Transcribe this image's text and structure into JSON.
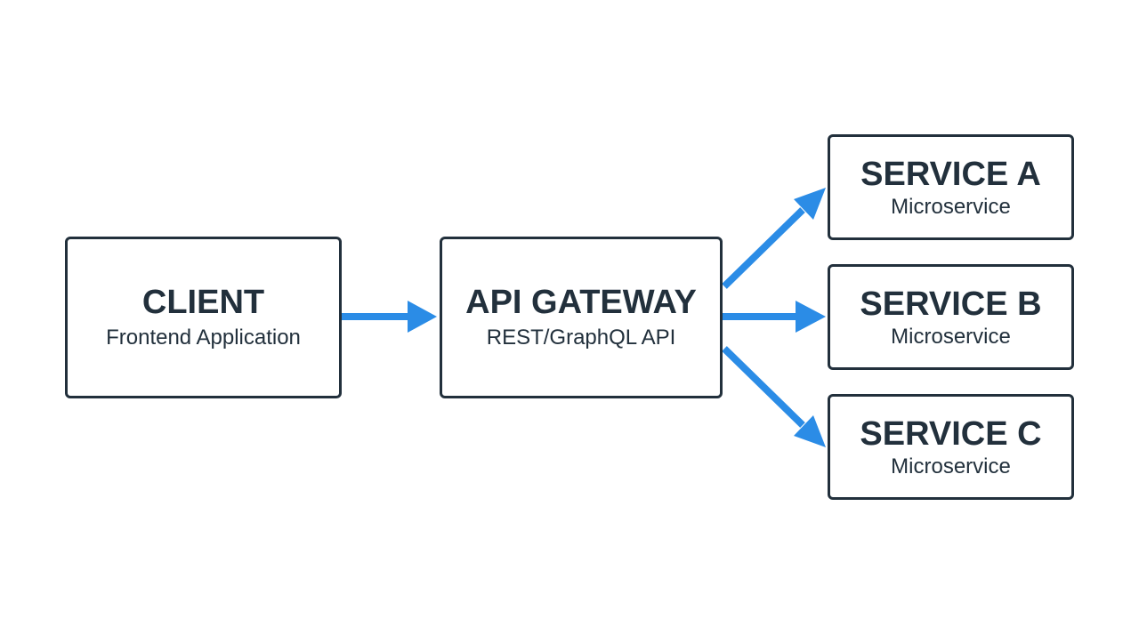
{
  "colors": {
    "arrow": "#2b8ce6",
    "border": "#22303c",
    "text": "#22303c",
    "background": "#ffffff"
  },
  "nodes": {
    "client": {
      "title": "CLIENT",
      "subtitle": "Frontend Application"
    },
    "gateway": {
      "title": "API GATEWAY",
      "subtitle": "REST/GraphQL API"
    },
    "service_a": {
      "title": "SERVICE A",
      "subtitle": "Microservice"
    },
    "service_b": {
      "title": "SERVICE B",
      "subtitle": "Microservice"
    },
    "service_c": {
      "title": "SERVICE C",
      "subtitle": "Microservice"
    }
  },
  "edges": [
    {
      "from": "client",
      "to": "gateway"
    },
    {
      "from": "gateway",
      "to": "service_a"
    },
    {
      "from": "gateway",
      "to": "service_b"
    },
    {
      "from": "gateway",
      "to": "service_c"
    }
  ]
}
